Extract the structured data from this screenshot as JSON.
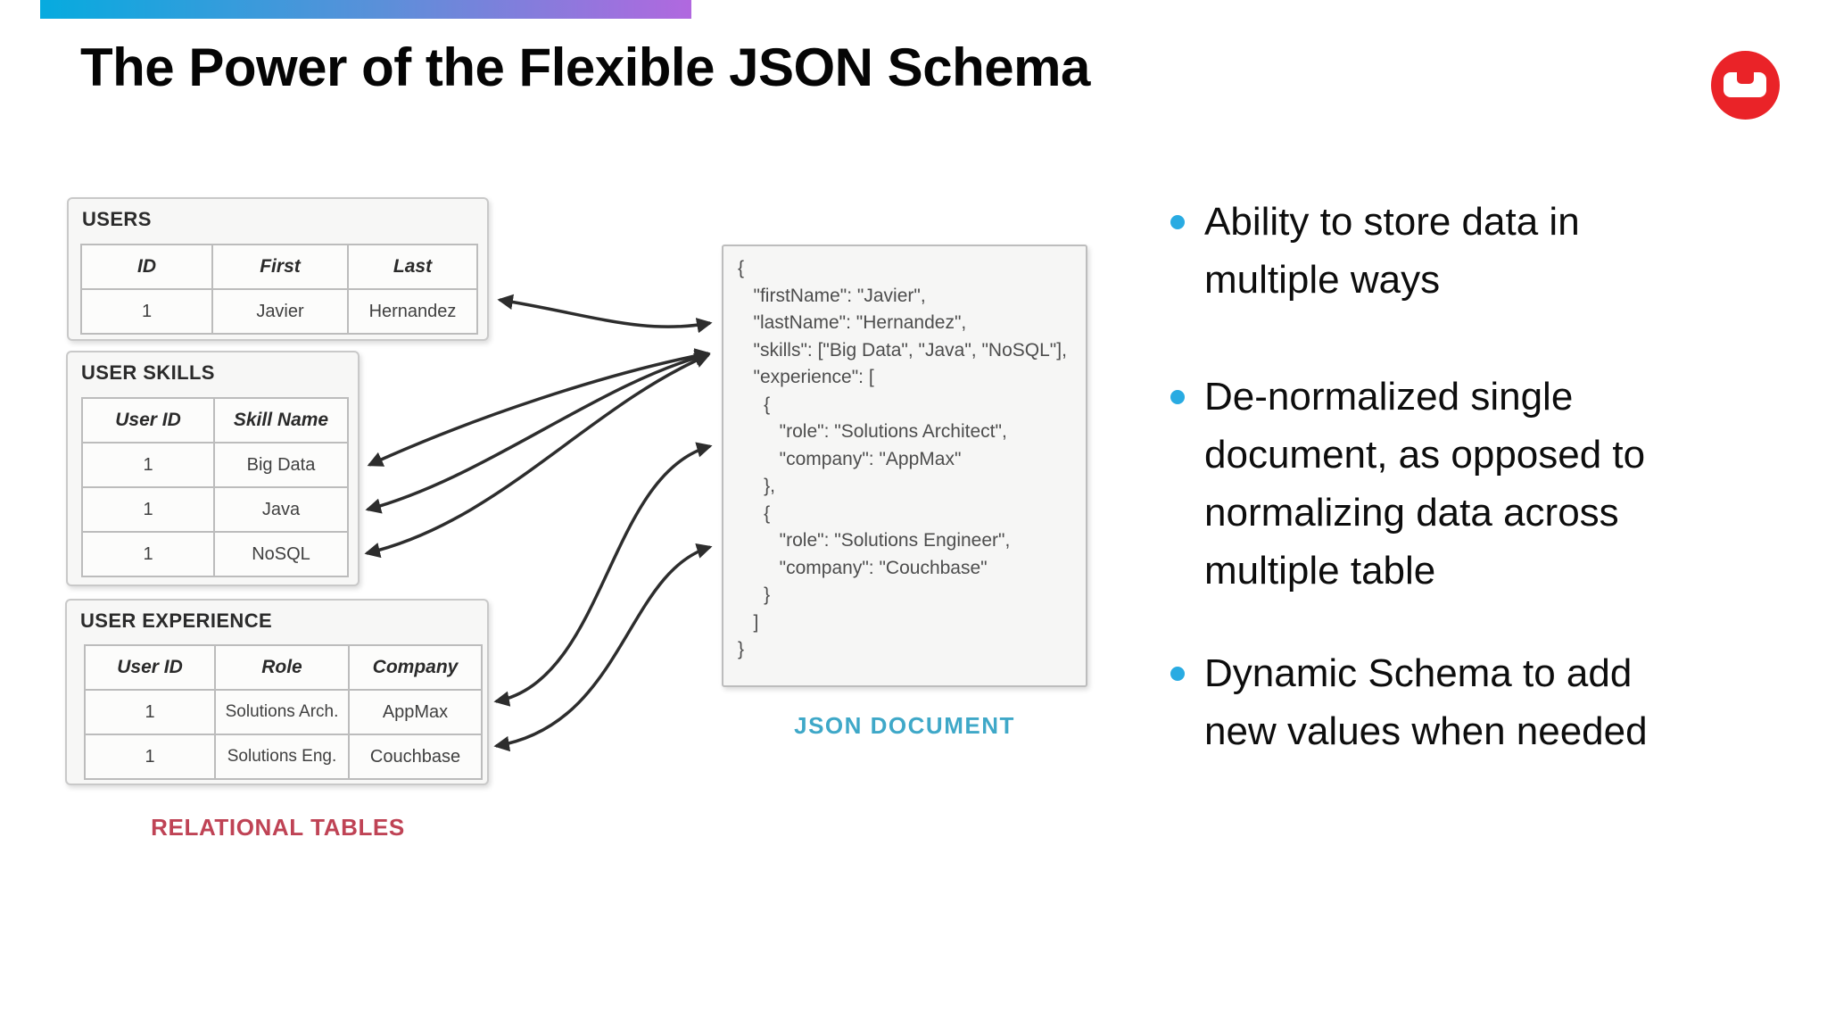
{
  "header": {
    "title": "The Power of the Flexible JSON Schema"
  },
  "top_bar": {
    "gradient_from": "#06abdf",
    "gradient_to": "#b168df"
  },
  "logo": {
    "name": "couchbase-logo",
    "color": "#ea2328"
  },
  "tables": [
    {
      "title": "USERS",
      "headers": [
        "ID",
        "First",
        "Last"
      ],
      "rows": [
        [
          "1",
          "Javier",
          "Hernandez"
        ]
      ]
    },
    {
      "title": "USER SKILLS",
      "headers": [
        "User ID",
        "Skill Name"
      ],
      "rows": [
        [
          "1",
          "Big Data"
        ],
        [
          "1",
          "Java"
        ],
        [
          "1",
          "NoSQL"
        ]
      ]
    },
    {
      "title": "USER EXPERIENCE",
      "headers": [
        "User ID",
        "Role",
        "Company"
      ],
      "rows": [
        [
          "1",
          "Solutions Arch.",
          "AppMax"
        ],
        [
          "1",
          "Solutions Eng.",
          "Couchbase"
        ]
      ]
    }
  ],
  "tables_caption": "RELATIONAL TABLES",
  "json_panel": {
    "caption": "JSON DOCUMENT",
    "code": "{\n   \"firstName\": \"Javier\",\n   \"lastName\": \"Hernandez\",\n   \"skills\": [\"Big Data\", \"Java\", \"NoSQL\"],\n   \"experience\": [\n     {\n        \"role\": \"Solutions Architect\",\n        \"company\": \"AppMax\"\n     },\n     {\n        \"role\": \"Solutions Engineer\",\n        \"company\": \"Couchbase\"\n     }\n   ]\n}"
  },
  "bullets": [
    {
      "text": "Ability to store data in\nmultiple ways"
    },
    {
      "text": "De-normalized single\ndocument, as opposed to\nnormalizing data across\nmultiple table"
    },
    {
      "text": "Dynamic Schema to add\nnew values when needed"
    }
  ],
  "colors": {
    "bullet_accent": "#29abe2",
    "relational_caption": "#bf4355",
    "json_caption": "#3fa8c8",
    "arrow": "#2d2d2d",
    "couchbase_red": "#ea2328"
  }
}
